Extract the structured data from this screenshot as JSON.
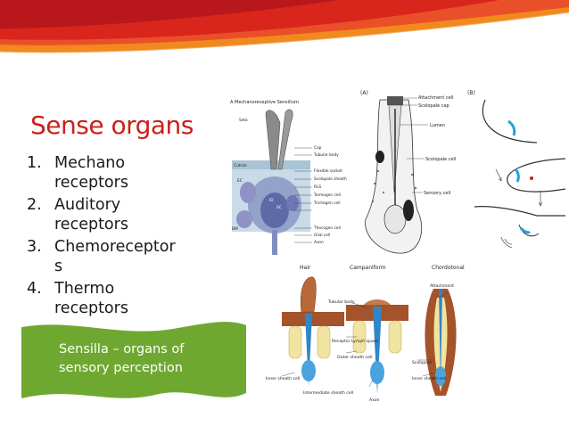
{
  "slide": {
    "title": "Sense organs",
    "items": [
      {
        "num": "1.",
        "lines": [
          "Mechano",
          "receptors"
        ]
      },
      {
        "num": "2.",
        "lines": [
          "Auditory",
          "receptors"
        ]
      },
      {
        "num": "3.",
        "lines": [
          "Chemoreceptor",
          "s"
        ]
      },
      {
        "num": "4.",
        "lines": [
          "Thermo",
          "receptors"
        ]
      }
    ],
    "callout": {
      "lines": [
        "Sensilla – organs of",
        "sensory perception"
      ]
    }
  },
  "figures": {
    "sensillum": {
      "heading": "A Mechanoreceptive Sensillum",
      "labels": [
        "Seta",
        "Cap",
        "Tubular body",
        "Flexible socket",
        "Scolopale sheath",
        "RLS",
        "Tormogen cell",
        "Trichogen cell",
        "Thecogen cell",
        "Glial cell",
        "Axon",
        "Cuticle",
        "EC",
        "ID",
        "BM",
        "SC"
      ]
    },
    "chordotonal": {
      "panel": "(A)",
      "labels": [
        "Attachment cell",
        "Scolopale cap",
        "Lumen",
        "Scolopale cell",
        "Sensory cell"
      ]
    },
    "panel_b": {
      "panel": "(B)"
    },
    "sensilla_types": {
      "headings": [
        "Hair",
        "Campaniform",
        "Chordotonal"
      ],
      "labels": [
        "Tubular body",
        "Attachment",
        "Receptor Lymph space",
        "Outer sheath cell",
        "Scolopale",
        "Inner sheath cell",
        "Intermediate sheath cell",
        "Axon",
        "Inner sheath cell"
      ]
    }
  },
  "colors": {
    "title": "#c8211b",
    "callout": "#6fa830",
    "banner_red": "#d9261c",
    "banner_orange": "#f08a1e"
  }
}
